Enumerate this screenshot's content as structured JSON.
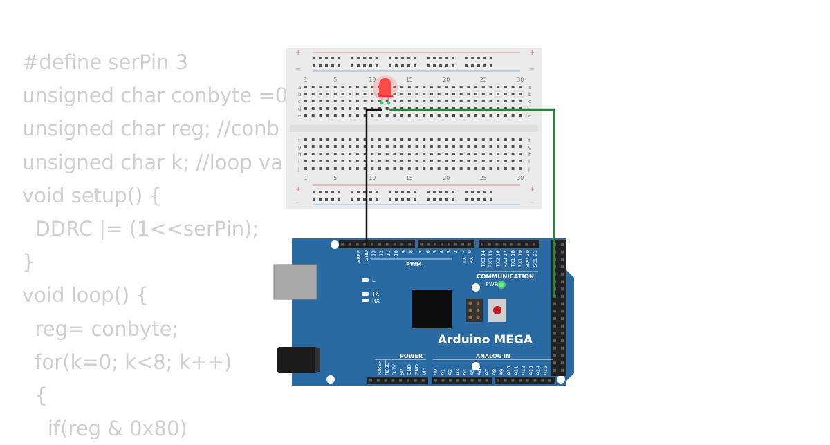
{
  "code_lines": [
    "#define serPin 3",
    "unsigned char conbyte =0",
    "unsigned char reg; //conb                                   ase",
    "unsigned char k; //loop va",
    "void setup() {",
    "  DDRC |= (1<<serPin);",
    "}",
    "void loop() {",
    "  reg= conbyte;",
    "  for(k=0; k<8; k++)",
    "  {",
    "    if(reg & 0x80)"
  ],
  "breadboard": {
    "plus_sign": "+",
    "minus_sign": "−",
    "row_letters": [
      "a",
      "b",
      "c",
      "d",
      "e",
      "f",
      "g",
      "h",
      "i",
      "j"
    ],
    "column_numbers": [
      "1",
      "5",
      "10",
      "15",
      "20",
      "25",
      "30"
    ]
  },
  "board": {
    "name": "Arduino MEGA",
    "pwm_label": "PWM",
    "communication_label": "COMMUNICATION",
    "power_label": "POWER",
    "analog_label": "ANALOG IN",
    "led_l": "L",
    "led_tx": "TX",
    "led_rx": "RX",
    "pwr_led": "PWR",
    "top_pins_left": [
      "AREF",
      "GND",
      "13",
      "12",
      "11",
      "10",
      "9",
      "8"
    ],
    "top_pins_mid": [
      "7",
      "6",
      "5",
      "4",
      "3",
      "2",
      "1",
      "0"
    ],
    "top_pins_mid_tx": "TX",
    "top_pins_mid_rx": "RX",
    "comm_pins": [
      "TX3 14",
      "RX3 15",
      "TX2 16",
      "RX2 17",
      "TX1 18",
      "RX1 19",
      "SDA 20",
      "SCL 21"
    ],
    "power_pins": [
      "IOREF",
      "RESET",
      "3.3V",
      "5V",
      "GND",
      "GND",
      "Vin"
    ],
    "analog_pins": [
      "A0",
      "A1",
      "A2",
      "A3",
      "A4",
      "A5",
      "A6",
      "A7",
      "A8",
      "A9",
      "A10",
      "A11",
      "A12",
      "A13",
      "A14",
      "A15"
    ]
  },
  "colors": {
    "board_blue": "#2a6aa2",
    "led_red": "#ff4a4a",
    "wire_green": "#1f8a2e",
    "wire_black": "#111111",
    "code_gray": "#cfcfcf"
  }
}
